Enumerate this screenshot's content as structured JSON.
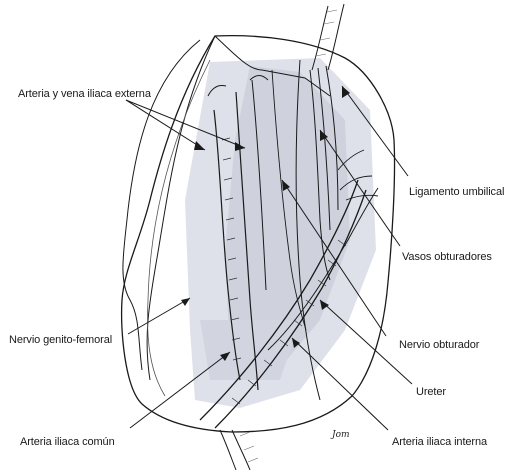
{
  "figure": {
    "labels": {
      "external_iliac": "Arteria y vena iliaca externa",
      "umbilical_ligament": "Ligamento umbilical",
      "obturator_vessels": "Vasos obturadores",
      "obturator_nerve": "Nervio obturador",
      "genitofemoral": "Nervio genito-femoral",
      "ureter": "Ureter",
      "common_iliac": "Arteria iliaca común",
      "internal_iliac": "Arteria iliaca interna"
    },
    "signature": "Jom",
    "colors": {
      "shade": "#c9ccd8",
      "shade_light": "#dfe1ea",
      "ink": "#1a1a1a"
    }
  }
}
